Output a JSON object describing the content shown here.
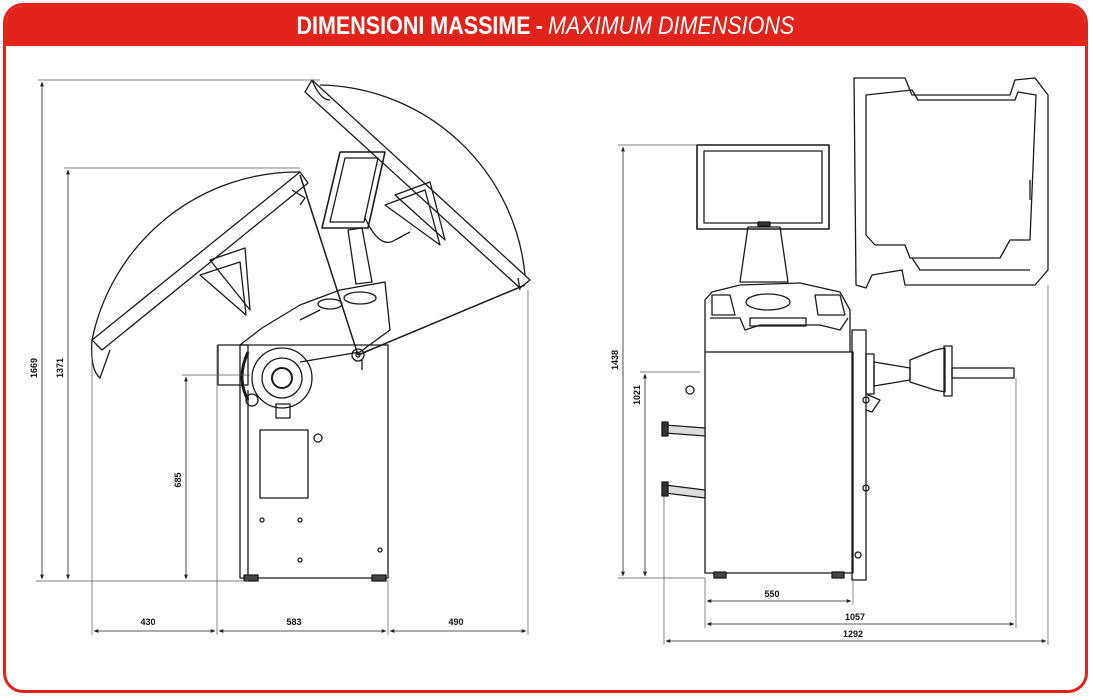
{
  "header": {
    "title_it": "DIMENSIONI MASSIME",
    "separator": "-",
    "title_en": "MAXIMUM DIMENSIONS"
  },
  "colors": {
    "accent": "#e2231a",
    "line": "#1a1a1a",
    "dimension_line": "#333333"
  },
  "side_view": {
    "dimensions": {
      "total_height": "1669",
      "hood_height": "1371",
      "shaft_height": "685",
      "rear_overhang": "430",
      "body_depth": "583",
      "front_overhang": "490"
    }
  },
  "front_view": {
    "dimensions": {
      "total_height": "1438",
      "shaft_height": "1021",
      "body_width": "550",
      "width_to_shaft": "1057",
      "total_width": "1292"
    }
  }
}
